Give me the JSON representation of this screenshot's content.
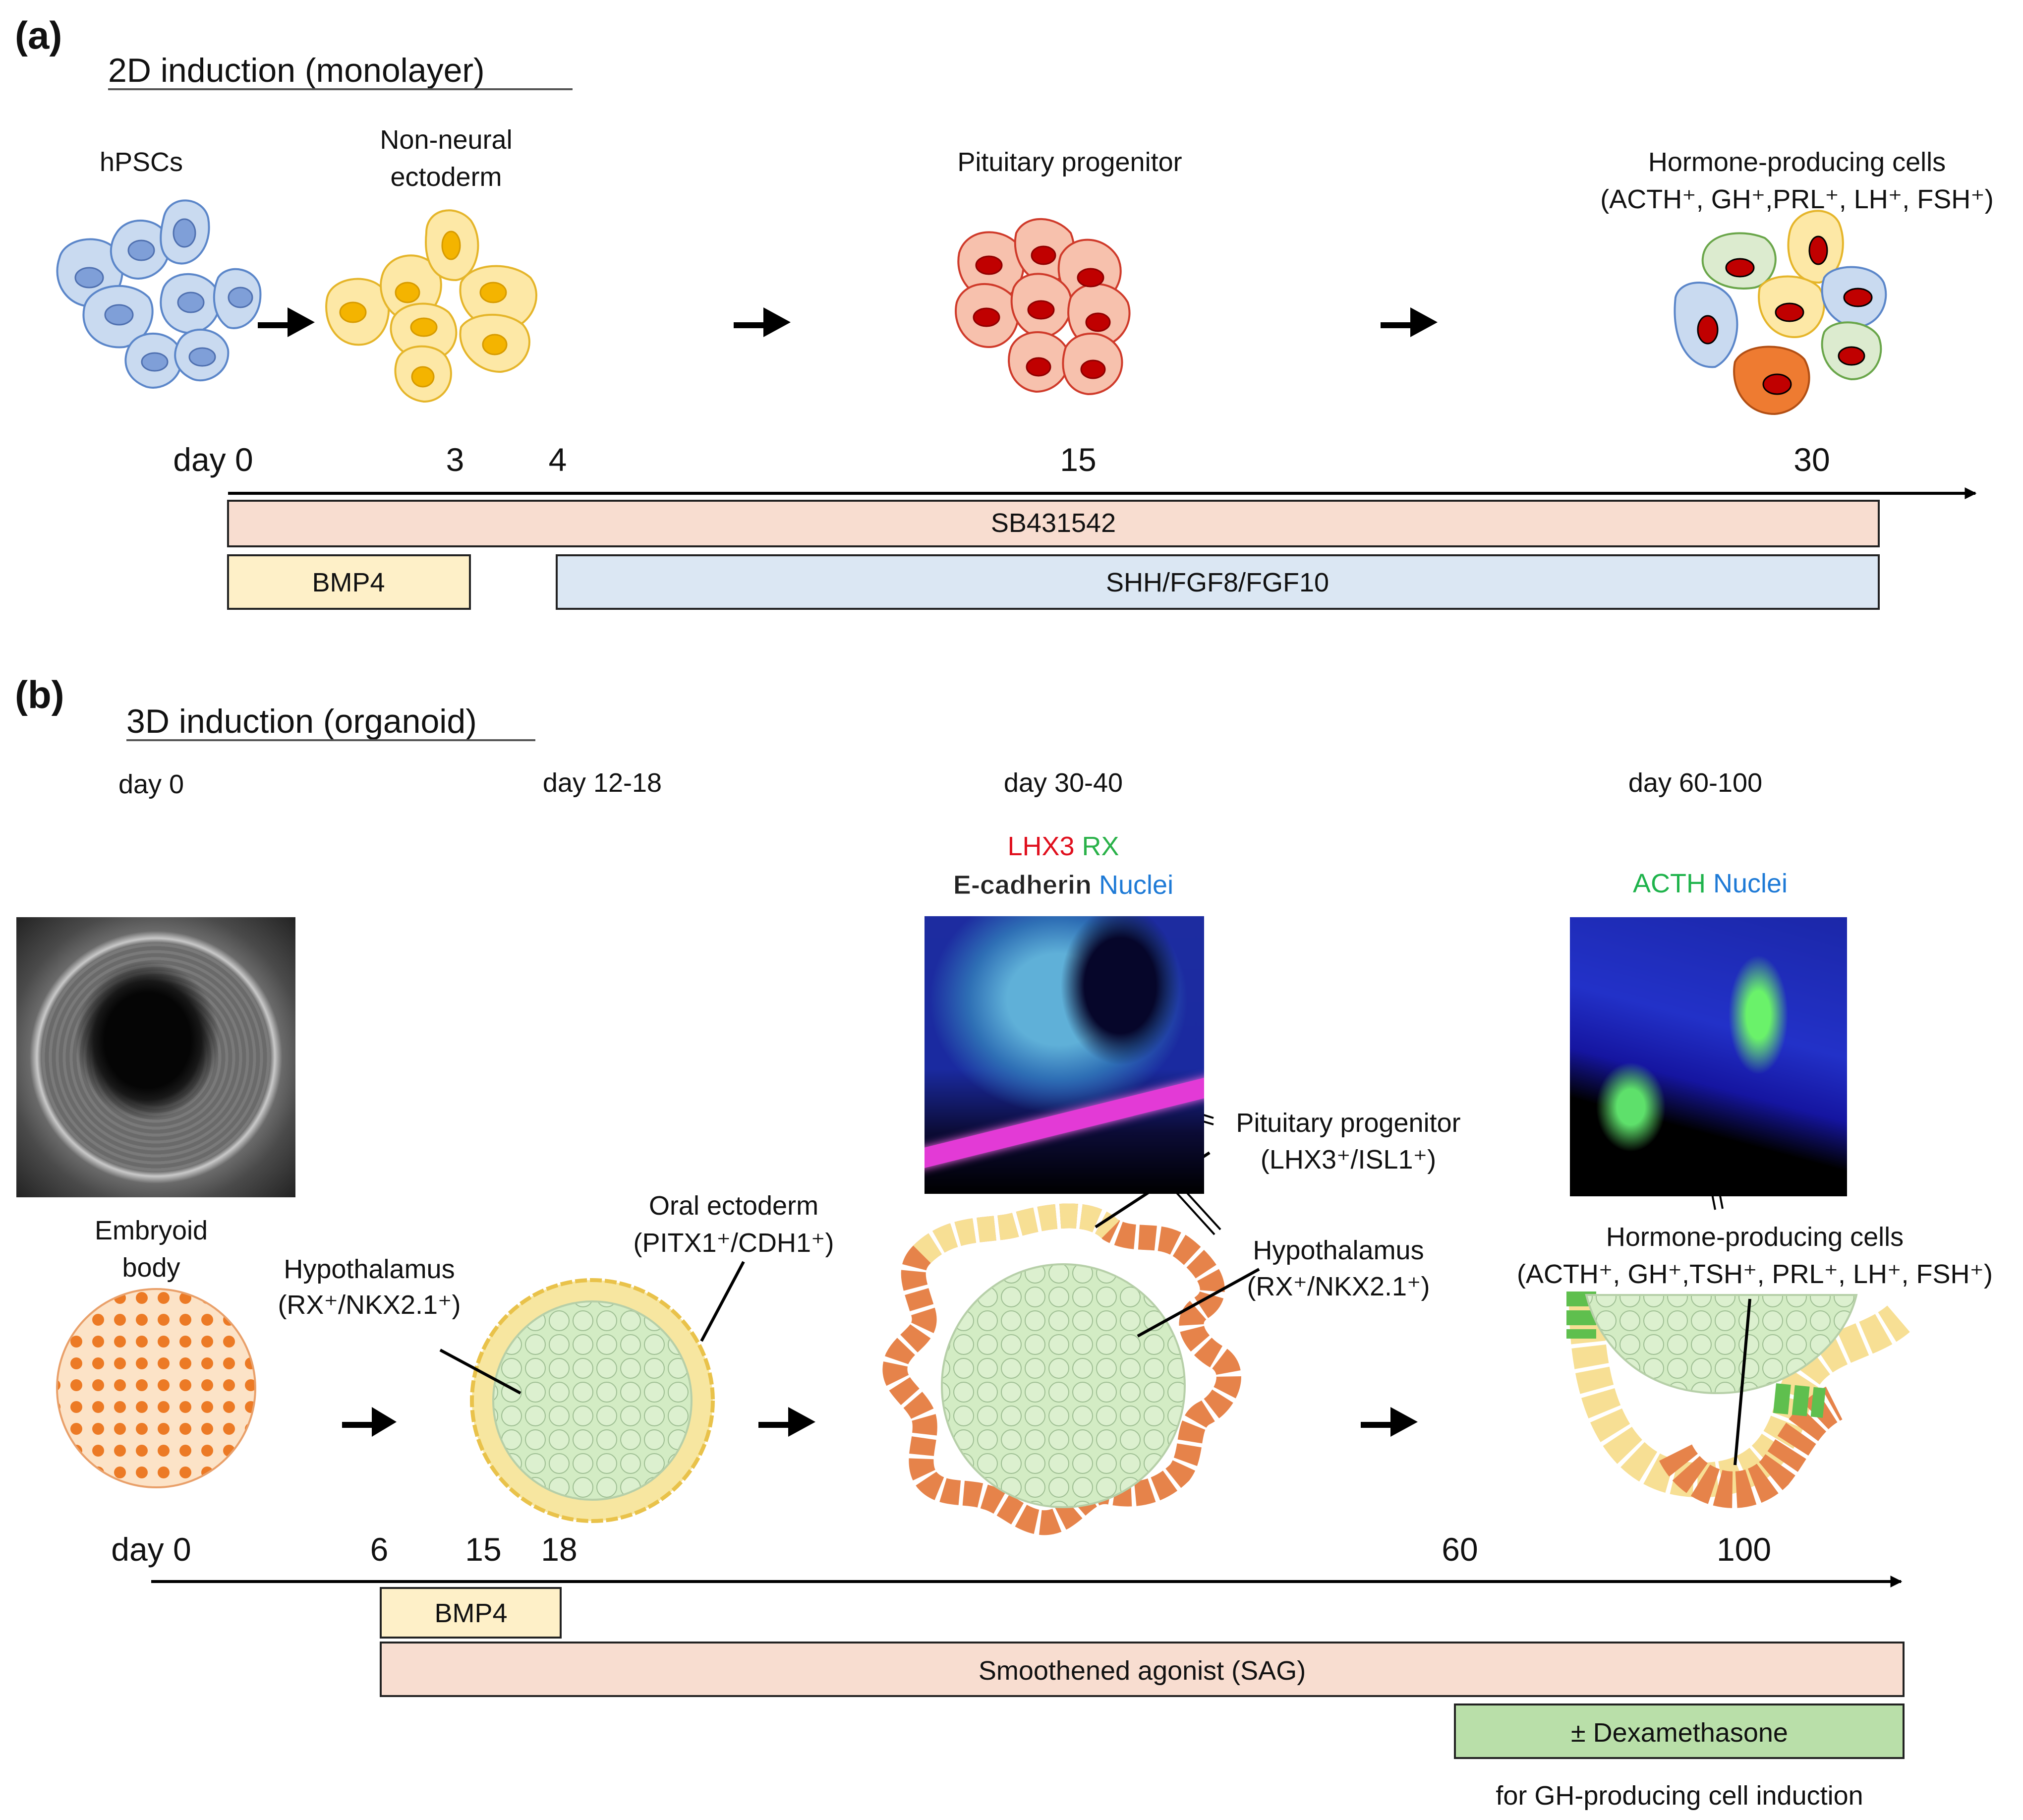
{
  "panel_a": {
    "label": "(a)",
    "title": "2D induction (monolayer)",
    "stages": [
      {
        "line1": "hPSCs",
        "line2": ""
      },
      {
        "line1": "Non-neural",
        "line2": "ectoderm"
      },
      {
        "line1": "Pituitary progenitor",
        "line2": ""
      },
      {
        "line1": "Hormone-producing cells",
        "line2": "(ACTH⁺, GH⁺,PRL⁺, LH⁺, FSH⁺)"
      }
    ],
    "days": [
      "day 0",
      "3",
      "4",
      "15",
      "30"
    ],
    "bars": [
      "SB431542",
      "BMP4",
      "SHH/FGF8/FGF10"
    ]
  },
  "panel_b": {
    "label": "(b)",
    "title": "3D induction (organoid)",
    "stage_days": [
      "day 0",
      "day 12-18",
      "day 30-40",
      "day 60-100"
    ],
    "stain_3040": {
      "LHX3": "LHX3",
      "RX": "RX",
      "ecad": "E-cadherin",
      "nuclei": "Nuclei"
    },
    "stain_60100": {
      "ACTH": "ACTH",
      "nuclei": "Nuclei"
    },
    "eb_label": {
      "line1": "Embryoid",
      "line2": "body"
    },
    "annotations": {
      "hypo1": {
        "line1": "Hypothalamus",
        "line2": "(RX⁺/NKX2.1⁺)"
      },
      "oral": {
        "line1": "Oral ectoderm",
        "line2": "(PITX1⁺/CDH1⁺)"
      },
      "pit": {
        "line1": "Pituitary progenitor",
        "line2": "(LHX3⁺/ISL1⁺)"
      },
      "hypo2": {
        "line1": "Hypothalamus",
        "line2": "(RX⁺/NKX2.1⁺)"
      },
      "hormone": {
        "line1": "Hormone-producing cells",
        "line2": "(ACTH⁺, GH⁺,TSH⁺, PRL⁺, LH⁺, FSH⁺)"
      }
    },
    "days": [
      "day 0",
      "6",
      "15",
      "18",
      "60",
      "100"
    ],
    "bars": [
      "BMP4",
      "Smoothened agonist (SAG)",
      "± Dexamethasone"
    ],
    "footnote": "for GH-producing cell induction"
  },
  "colors": {
    "blue_cell": "#c9daf0",
    "blue_nucleus": "#7f9fd8",
    "yellow_cell": "#fde8a6",
    "yellow_nucleus": "#f4b400",
    "salmon_cell": "#f7c1ad",
    "red_nucleus": "#c00000",
    "sb_bar": "#f8ddd0",
    "bmp_bar": "#fef0c8",
    "shh_bar": "#dbe7f3",
    "dex_bar": "#b9dfa9",
    "green_core": "#d3ecc4",
    "orange_cell": "#ea8a4d",
    "lhx3": "#e0101e",
    "rx": "#2bb24a",
    "nuclei": "#1e7ad6",
    "acth": "#1eb34b"
  }
}
